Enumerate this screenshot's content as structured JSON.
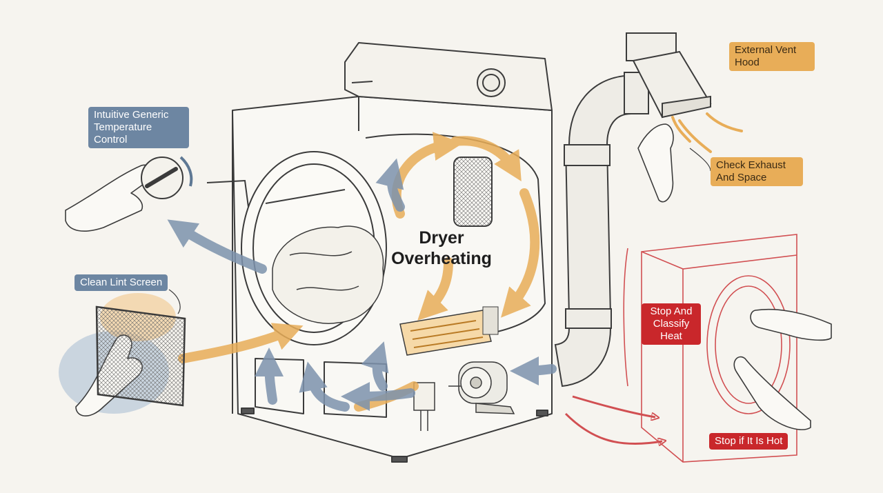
{
  "title": {
    "line1": "Dryer",
    "line2": "Overheating"
  },
  "labels": {
    "temperature_control": "Intuitive Generic Temperature Control",
    "lint_screen": "Clean Lint Screen",
    "vent_hood": "External Vent Hood",
    "check_exhaust": "Check Exhaust And Space",
    "stop_classify": "Stop And Classify Heat",
    "stop_hot": "Stop if It Is Hot"
  },
  "colors": {
    "blue_label": "#6d86a2",
    "orange_label": "#e8ad58",
    "red_label": "#c9272b",
    "warm_flow": "#e8ad58",
    "cool_flow": "#7d93ad",
    "line": "#3b3b3b",
    "background": "#f6f4ef"
  },
  "icons": [
    "temperature-dial-icon",
    "lint-screen-icon",
    "hand-icon",
    "heating-element-icon",
    "motor-icon",
    "thermostat-icon",
    "vent-hood-icon",
    "duct-icon",
    "airflow-arrow-icon"
  ]
}
